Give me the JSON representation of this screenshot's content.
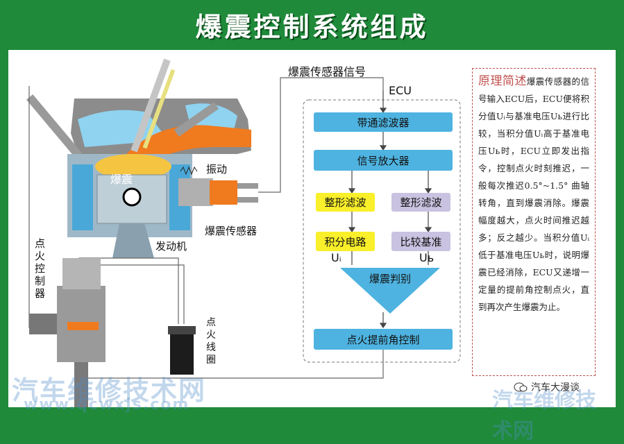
{
  "title": "爆震控制系统组成",
  "labels": {
    "sensor_signal": "爆震传感器信号",
    "ecu": "ECU",
    "knock": "爆震",
    "vibration": "振动",
    "engine": "发动机",
    "knock_sensor": "爆震传感器",
    "ignition_controller": "点火控制器",
    "ignition_coil": "点火线圈",
    "ui": "Uᵢ",
    "ub": "Uь"
  },
  "blocks": {
    "bandpass": "带通滤波器",
    "amplifier": "信号放大器",
    "shaping_left": "整形滤波",
    "shaping_right": "整形滤波",
    "integrator": "积分电路",
    "reference": "比较基准",
    "judge": "爆震判别",
    "advance": "点火提前角控制"
  },
  "principle": {
    "heading": "原理简述",
    "body": "爆震传感器的信号输入ECU后，ECU便将积分值Uᵢ与基准电压Uь进行比较，当积分值Uᵢ高于基准电压Uь时，ECU立即发出指令，控制点火时刻推迟，一般每次推迟0.5°~1.5° 曲轴转角，直到爆震消除。爆震幅度越大，点火时间推迟越多；反之越少。当积分值Uᵢ低于基准电压Uь时，说明爆震已经消除，ECU又递增一定量的提前角控制点火，直到再次产生爆震为止。"
  },
  "watermarks": {
    "cn": "汽车维修技术网",
    "url": "www.qcwxjs.com",
    "corner": "汽车维修技术网",
    "wechat": "汽车大漫谈"
  },
  "colors": {
    "frame": "#1f8a3a",
    "block_blue": "#4eb3e0",
    "block_yellow": "#f9ef2a",
    "block_lavender": "#c9c2e0",
    "heading_red": "#c0504d"
  }
}
